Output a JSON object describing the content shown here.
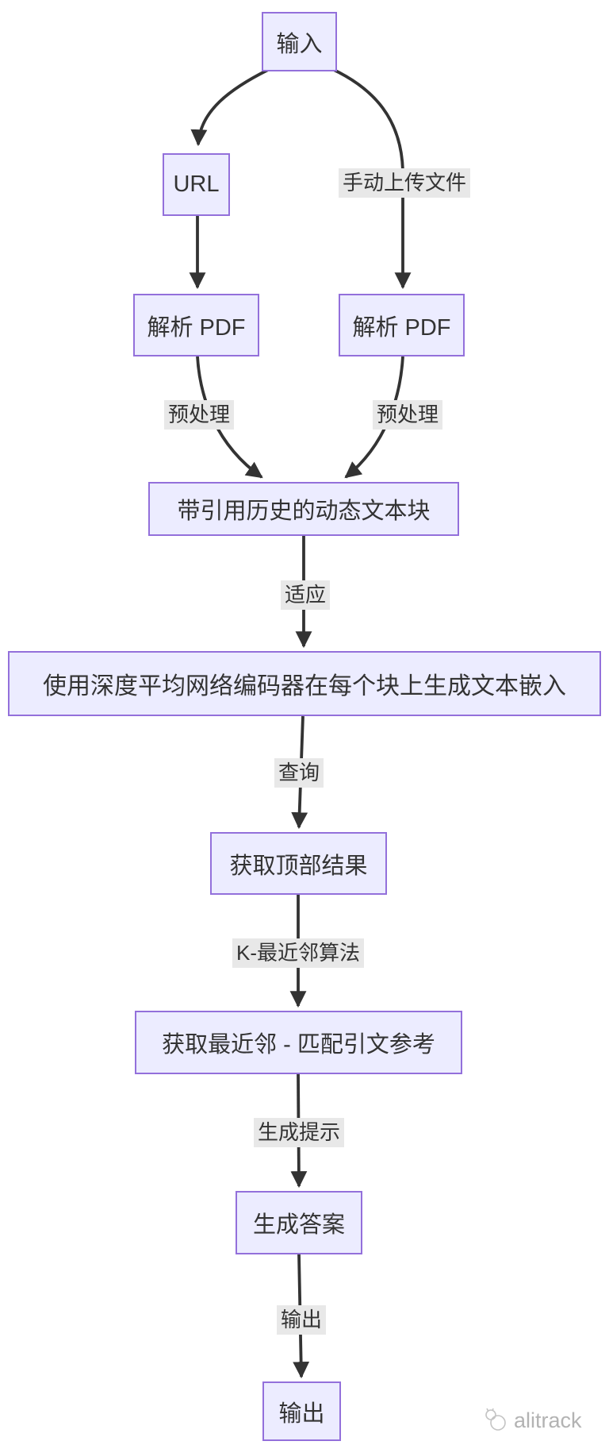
{
  "diagram_type": "flowchart",
  "nodes": {
    "input": "输入",
    "url": "URL",
    "parse_pdf_left": "解析 PDF",
    "parse_pdf_right": "解析 PDF",
    "chunks": "带引用历史的动态文本块",
    "embed": "使用深度平均网络编码器在每个块上生成文本嵌入",
    "top_results": "获取顶部结果",
    "knn_match": "获取最近邻 - 匹配引文参考",
    "answer": "生成答案",
    "output": "输出"
  },
  "edges": [
    {
      "from": "input",
      "to": "url",
      "label": ""
    },
    {
      "from": "input",
      "to": "parse_pdf_right",
      "label": "手动上传文件"
    },
    {
      "from": "url",
      "to": "parse_pdf_left",
      "label": ""
    },
    {
      "from": "parse_pdf_left",
      "to": "chunks",
      "label": "预处理"
    },
    {
      "from": "parse_pdf_right",
      "to": "chunks",
      "label": "预处理"
    },
    {
      "from": "chunks",
      "to": "embed",
      "label": "适应"
    },
    {
      "from": "embed",
      "to": "top_results",
      "label": "查询"
    },
    {
      "from": "top_results",
      "to": "knn_match",
      "label": "K-最近邻算法"
    },
    {
      "from": "knn_match",
      "to": "answer",
      "label": "生成提示"
    },
    {
      "from": "answer",
      "to": "output",
      "label": "输出"
    }
  ],
  "colors": {
    "node_fill": "#ECECFF",
    "node_border": "#9370DB",
    "edge_label_bg": "#e8e8e8",
    "line": "#333333",
    "text": "#333333",
    "watermark": "#b3b3b3"
  },
  "watermark": {
    "text": "alitrack"
  }
}
